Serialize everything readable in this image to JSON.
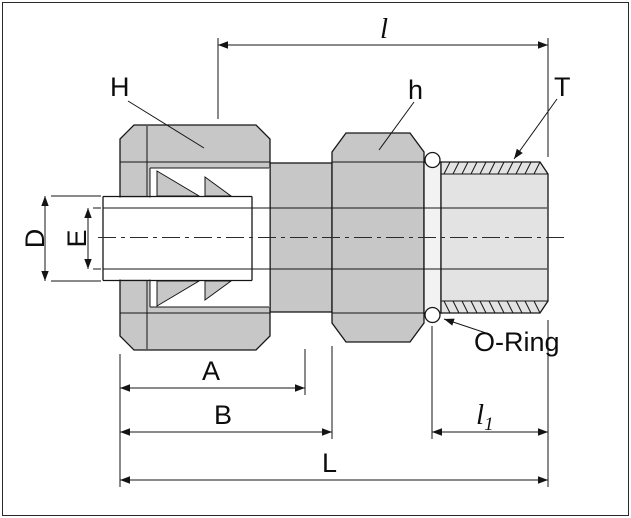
{
  "diagram": {
    "colors": {
      "metal": "#c7c7c7",
      "metal_light": "#e3e3e3",
      "groove": "#f2f2f2",
      "white": "#ffffff"
    },
    "labels": {
      "H": "H",
      "h": "h",
      "T": "T",
      "D": "D",
      "E": "E",
      "A": "A",
      "B": "B",
      "L": "L",
      "l": "l",
      "l1_base": "l",
      "l1_sub": "1",
      "o_ring": "O-Ring"
    }
  }
}
